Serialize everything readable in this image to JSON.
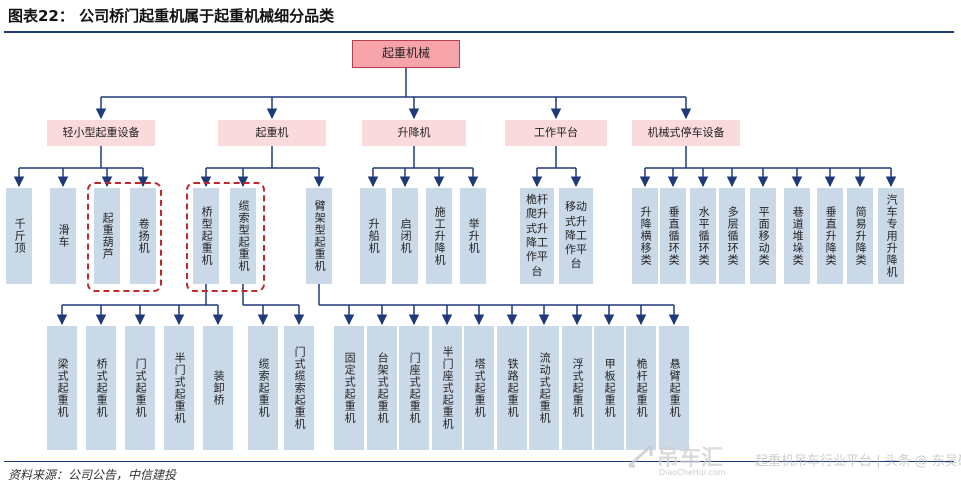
{
  "header": {
    "title": "图表22： 公司桥门起重机属于起重机械细分品类"
  },
  "root": "起重机械",
  "categories": [
    "轻小型起重设备",
    "起重机",
    "升降机",
    "工作平台",
    "机械式停车设备"
  ],
  "level2": {
    "light": [
      "千斤顶",
      "滑车",
      "起重葫芦",
      "卷扬机"
    ],
    "crane": [
      "桥型起重机",
      "缆索型起重机",
      "臂架型起重机"
    ],
    "lift": [
      "升船机",
      "启闭机",
      "施工升降机",
      "举升机"
    ],
    "platform": [
      "桅杆爬升式升降工作平台",
      "移动式升降工作平台"
    ],
    "parking": [
      "升降横移类",
      "垂直循环类",
      "水平循环类",
      "多层循环类",
      "平面移动类",
      "巷道堆垛类",
      "垂直升降类",
      "简易升降类",
      "汽车专用升降机"
    ]
  },
  "level3": {
    "bridge": [
      "梁式起重机",
      "桥式起重机",
      "门式起重机",
      "半门式起重机",
      "装卸桥"
    ],
    "cable": [
      "缆索起重机",
      "门式缆索起重机"
    ],
    "boom": [
      "固定式起重机",
      "台架式起重机",
      "门座式起重机",
      "半门座式起重机",
      "塔式起重机",
      "铁路起重机",
      "流动式起重机",
      "浮式起重机",
      "甲板起重机",
      "桅杆起重机",
      "悬臂起重机"
    ]
  },
  "colors": {
    "root_fill": "#f6a3aa",
    "category_fill": "#fadadd",
    "leaf_fill": "#c9d9e8",
    "connector": "#1f3a7a",
    "highlight_border": "#c0282d"
  },
  "footer": {
    "source": "资料来源：公司公告，中信建投"
  },
  "watermark": {
    "brand": "吊车汇",
    "url": "DiaoCheHui.com",
    "tagline": "起重机吊车行业平台 | 头条 @ 东吴研库"
  }
}
